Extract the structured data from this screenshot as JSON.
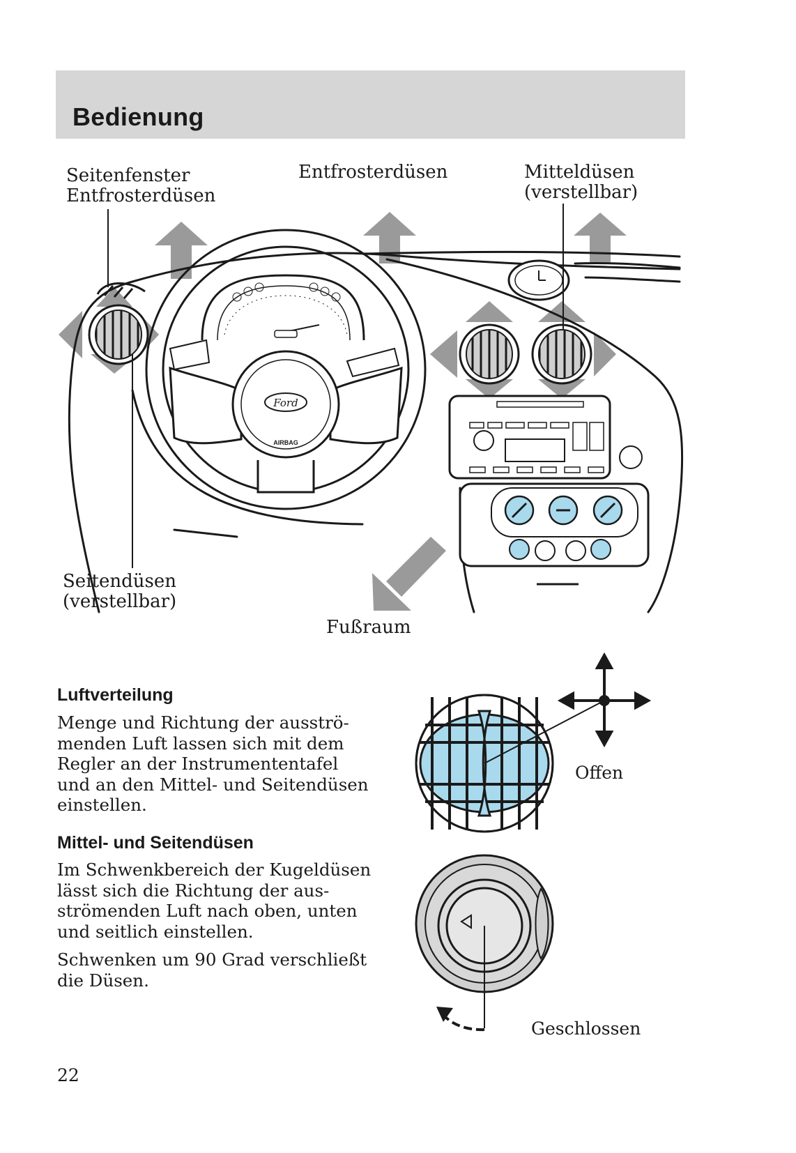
{
  "header": {
    "title": "Bedienung"
  },
  "figure": {
    "labels": {
      "side_window_defroster": "Seitenfenster\nEntfrosterdüsen",
      "defroster": "Entfrosterdüsen",
      "center_vents": "Mitteldüsen\n(verstellbar)",
      "side_vents": "Seitendüsen\n(verstellbar)",
      "footwell": "Fußraum"
    },
    "dashboard_text": {
      "airbag": "AIRBAG",
      "brand_logo": "Ford"
    }
  },
  "vent_states": {
    "open_label": "Offen",
    "closed_label": "Geschlossen"
  },
  "sections": [
    {
      "heading": "Luftverteilung",
      "paragraphs": [
        "Menge und Richtung der ausströ-\nmenden Luft lassen sich mit dem\nRegler an der Instrumententafel\nund an den Mittel- und Seitendüsen\neinstellen."
      ]
    },
    {
      "heading": "Mittel- und Seitendüsen",
      "paragraphs": [
        "Im Schwenkbereich der Kugeldüsen\nlässt sich die Richtung der aus-\nströmenden Luft nach oben, unten\nund seitlich einstellen.",
        "Schwenken um 90 Grad verschließt\ndie Düsen."
      ]
    }
  ],
  "page_number": "22",
  "colors": {
    "header_bar": "#d6d6d6",
    "arrow_gray": "#9a9a9a",
    "vent_blue": "#a9d9ec",
    "line": "#1a1a1a"
  }
}
